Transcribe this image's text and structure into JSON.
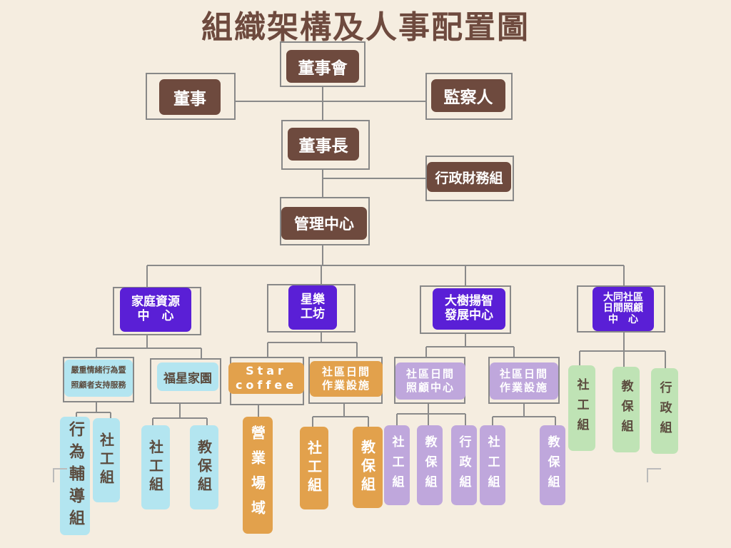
{
  "title": "組織架構及人事配置圖",
  "top": {
    "board": "董事會",
    "director": "董事",
    "supervisor": "監察人",
    "chairman": "董事長",
    "admin_finance": "行政財務組",
    "management": "管理中心"
  },
  "centers": {
    "family": "家庭資源\n中　心",
    "star": "星樂\n工坊",
    "tree": "大樹揚智\n發展中心",
    "datong": "大同社區\n日間照顧\n中　心"
  },
  "subunits": {
    "behavior_support": "嚴重情緒行為暨\n照顧者支持服務",
    "fuxing_home": "福星家園",
    "star_coffee": "Star\ncoffee",
    "day_work_1": "社區日間\n作業設施",
    "day_care": "社區日間\n照顧中心",
    "day_work_2": "社區日間\n作業設施"
  },
  "leaves": {
    "behavior_guidance": "行為輔導組",
    "social_work": "社工組",
    "education_care": "教保組",
    "admin": "行政組",
    "business_area": "營業場域"
  },
  "colors": {
    "brown": "#6e4a3e",
    "purple": "#5a1fd6",
    "cyan": "#b3e5f0",
    "orange": "#e2a14c",
    "lavender": "#bfa7dc",
    "green": "#bfe3b5",
    "background": "#f5ede0"
  }
}
